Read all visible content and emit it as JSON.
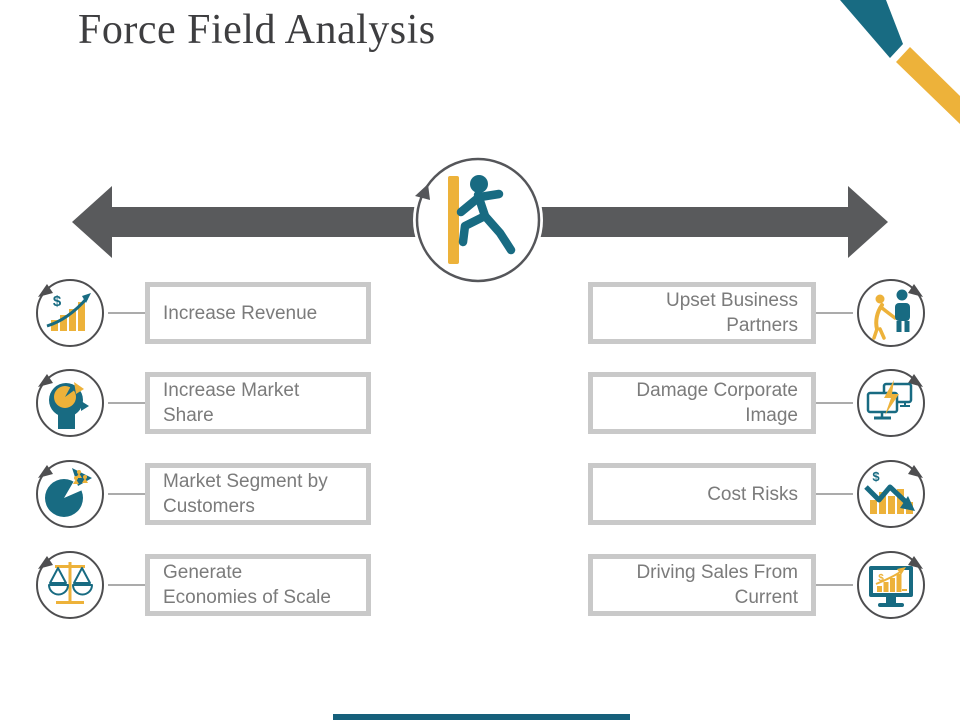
{
  "slide": {
    "title": "Force Field Analysis"
  },
  "colors": {
    "teal": "#186B82",
    "yellow": "#EDB23A",
    "arrow_gray": "#595A5C",
    "ring_gray": "#4E4E50",
    "box_border": "#C9C9C9",
    "box_text": "#7B7B7B",
    "title_text": "#3E3E40",
    "bottom_bar": "#16607B"
  },
  "center": {
    "icon": "running-man-icon"
  },
  "left": {
    "items": [
      {
        "label": "Increase Revenue",
        "icon": "revenue-growth-icon"
      },
      {
        "label": "Increase Market\nShare",
        "icon": "head-pie-icon"
      },
      {
        "label": "Market Segment by\nCustomers",
        "icon": "customer-segment-pie-icon"
      },
      {
        "label": "Generate\nEconomies of Scale",
        "icon": "balance-scale-icon"
      }
    ]
  },
  "right": {
    "items": [
      {
        "label": "Upset Business\nPartners",
        "icon": "business-partners-icon"
      },
      {
        "label": "Damage Corporate\nImage",
        "icon": "monitors-lightning-icon"
      },
      {
        "label": "Cost Risks",
        "icon": "cost-decline-icon"
      },
      {
        "label": "Driving Sales From\nCurrent",
        "icon": "monitor-sales-growth-icon"
      }
    ]
  }
}
